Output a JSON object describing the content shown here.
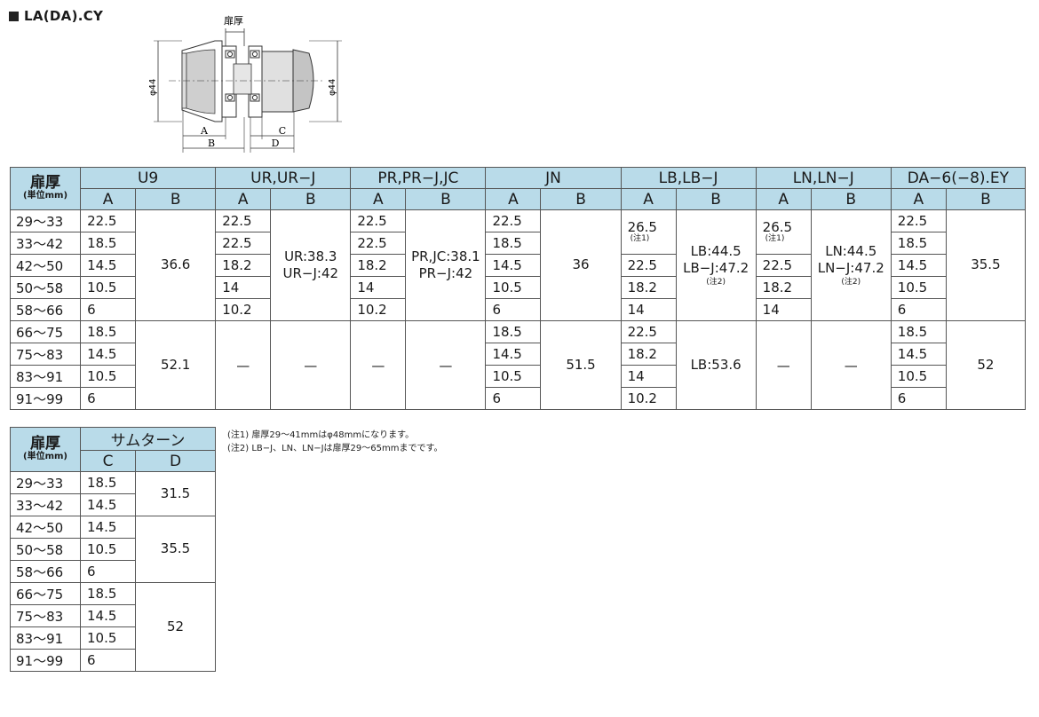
{
  "title": "LA(DA).CY",
  "drawing": {
    "door_thickness_label": "扉厚",
    "diameter_left": "φ44",
    "diameter_right": "φ44",
    "dim_a": "A",
    "dim_b": "B",
    "dim_c": "C",
    "dim_d": "D"
  },
  "table1": {
    "corner_main": "扉厚",
    "corner_unit": "(単位mm)",
    "groups": [
      "U9",
      "UR,UR−J",
      "PR,PR−J,JC",
      "JN",
      "LB,LB−J",
      "LN,LN−J",
      "DA−6(−8).EY"
    ],
    "sub_a": "A",
    "sub_b": "B",
    "rows": [
      "29〜33",
      "33〜42",
      "42〜50",
      "50〜58",
      "58〜66",
      "66〜75",
      "75〜83",
      "83〜91",
      "91〜99"
    ],
    "u9_a": [
      "22.5",
      "18.5",
      "14.5",
      "10.5",
      "6",
      "18.5",
      "14.5",
      "10.5",
      "6"
    ],
    "u9_b": [
      "36.6",
      "52.1"
    ],
    "ur_a": [
      "22.5",
      "22.5",
      "18.2",
      "14",
      "10.2"
    ],
    "ur_b": [
      "UR:38.3",
      "UR−J:42"
    ],
    "pr_a": [
      "22.5",
      "22.5",
      "18.2",
      "14",
      "10.2"
    ],
    "pr_b": [
      "PR,JC:38.1",
      "PR−J:42"
    ],
    "jn_a": [
      "22.5",
      "18.5",
      "14.5",
      "10.5",
      "6",
      "18.5",
      "14.5",
      "10.5",
      "6"
    ],
    "jn_b": [
      "36",
      "51.5"
    ],
    "lb_a_top": "26.5",
    "lb_a_note": "(注1)",
    "lb_a": [
      "22.5",
      "18.2",
      "14",
      "22.5",
      "18.2",
      "14",
      "10.2"
    ],
    "lb_b": [
      "LB:44.5",
      "LB−J:47.2"
    ],
    "lb_b_note": "(注2)",
    "lb_b2": "LB:53.6",
    "ln_a_top": "26.5",
    "ln_a_note": "(注1)",
    "ln_a": [
      "22.5",
      "18.2",
      "14"
    ],
    "ln_b": [
      "LN:44.5",
      "LN−J:47.2"
    ],
    "ln_b_note": "(注2)",
    "da_a": [
      "22.5",
      "18.5",
      "14.5",
      "10.5",
      "6",
      "18.5",
      "14.5",
      "10.5",
      "6"
    ],
    "da_b": [
      "35.5",
      "52"
    ],
    "dash": "—"
  },
  "table2": {
    "corner_main": "扉厚",
    "corner_unit": "(単位mm)",
    "group": "サムターン",
    "sub_c": "C",
    "sub_d": "D",
    "rows": [
      "29〜33",
      "33〜42",
      "42〜50",
      "50〜58",
      "58〜66",
      "66〜75",
      "75〜83",
      "83〜91",
      "91〜99"
    ],
    "c": [
      "18.5",
      "14.5",
      "14.5",
      "10.5",
      "6",
      "18.5",
      "14.5",
      "10.5",
      "6"
    ],
    "d": [
      "31.5",
      "35.5",
      "52"
    ]
  },
  "notes": [
    "(注1) 扉厚29〜41mmはφ48mmになります。",
    "(注2) LB−J、LN、LN−Jは扉厚29〜65mmまでです。"
  ]
}
